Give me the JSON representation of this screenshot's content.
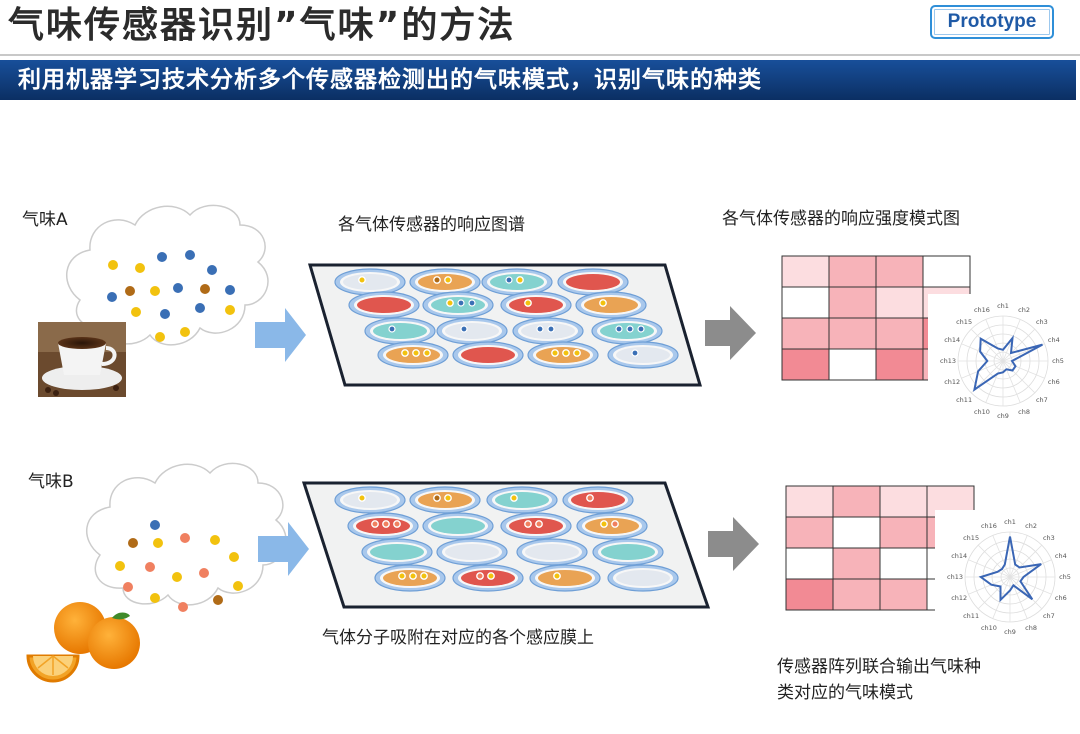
{
  "header": {
    "title": "气味传感器识别”气味”的方法",
    "badge": "Prototype",
    "subtitle": "利用机器学习技术分析多个传感器检测出的气味模式，识别气味的种类"
  },
  "row_a": {
    "label": "气味A",
    "sensor_caption": "各气体传感器的响应图谱",
    "pattern_caption": "各气体传感器的响应强度模式图"
  },
  "row_b": {
    "label": "气味B",
    "sensor_caption": "气体分子吸附在对应的各个感应膜上",
    "pattern_caption_line1": "传感器阵列联合输出气味种",
    "pattern_caption_line2": "类对应的气味模式"
  },
  "radar_channels": [
    "ch1",
    "ch2",
    "ch3",
    "ch4",
    "ch5",
    "ch6",
    "ch7",
    "ch8",
    "ch9",
    "ch10",
    "ch11",
    "ch12",
    "ch13",
    "ch14",
    "ch15",
    "ch16"
  ],
  "radar_a_values": [
    0.25,
    0.55,
    0.25,
    0.95,
    0.2,
    0.3,
    0.3,
    0.2,
    0.25,
    0.3,
    0.9,
    0.6,
    0.35,
    0.55,
    0.7,
    0.3
  ],
  "radar_b_values": [
    0.9,
    0.3,
    0.3,
    0.75,
    0.3,
    0.25,
    0.7,
    0.2,
    0.3,
    0.55,
    0.3,
    0.45,
    0.65,
    0.3,
    0.25,
    0.3
  ],
  "colors": {
    "banner": "#0b2f63",
    "arrow_blue": "#8ab8e8",
    "arrow_gray": "#8c8c8c",
    "radar_line": "#3a66b5",
    "heat_dark": "#f28a94",
    "heat_mid": "#f7b3b9",
    "heat_light": "#fcdde0",
    "dot_yellow": "#f2c20e",
    "dot_blue": "#3a6fb5",
    "dot_brown": "#b06b17",
    "dot_orange": "#f08060"
  }
}
